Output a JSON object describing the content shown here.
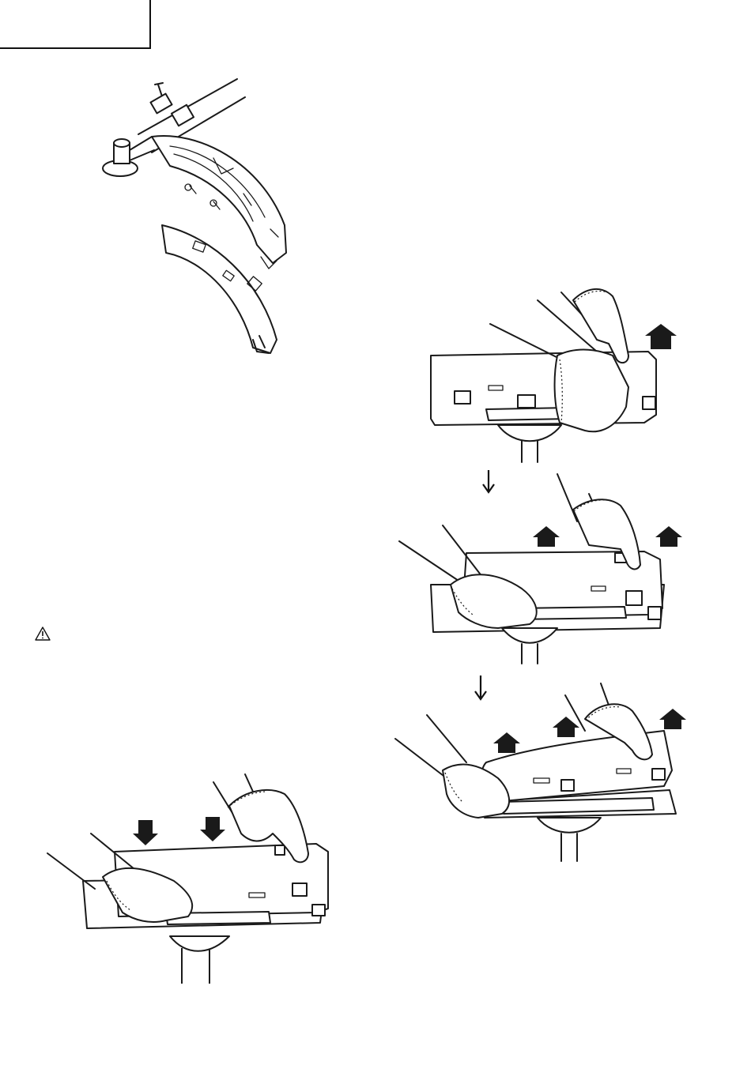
{
  "page": {
    "corner_box_label": "",
    "figures": [
      {
        "id": "trimmer-guard-exploded",
        "icon": "guard-assembly-illustration"
      },
      {
        "id": "install-cover-press-down",
        "icon": "hands-pressing-cover-illustration"
      },
      {
        "id": "remove-cover-step-1",
        "icon": "hand-lifting-latch-illustration"
      },
      {
        "id": "remove-cover-step-2",
        "icon": "hands-lifting-cover-illustration"
      },
      {
        "id": "remove-cover-step-3",
        "icon": "hands-removing-cover-illustration"
      }
    ],
    "warning_icon": "warning-triangle-icon"
  }
}
